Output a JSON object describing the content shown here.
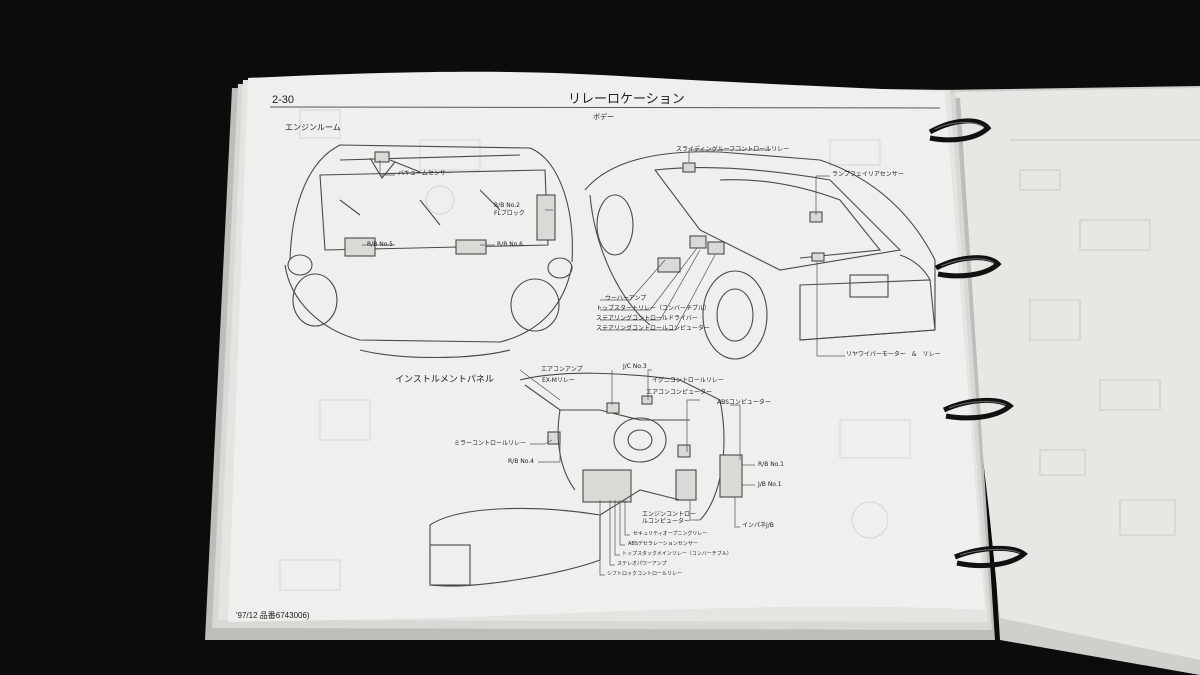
{
  "page": {
    "page_number": "2-30",
    "title": "リレーロケーション",
    "subtitle": "ボデー",
    "footer": "'97/12  品番6743006)"
  },
  "sections": {
    "engine_room": "エンジンルーム",
    "instrument_panel": "インストルメントパネル"
  },
  "engine_labels": {
    "vacuum_sensor": "バキュームセンサー",
    "rb_no2": "R/B No.2",
    "fl_block": "FLブロック",
    "rb_no5": "R/B No.5",
    "rb_no6": "R/B No.6"
  },
  "body_labels": {
    "sliding_roof": "スライディングルーフコントロールリレー",
    "lamp_failure": "ランプフェイリアセンサー",
    "woofer_amp": "ウーハーアンプ",
    "top_starter": "トップスタートリレー（コンバーチブル）",
    "steering_driver": "ステアリングコントロールドライバー",
    "steering_computer": "ステアリングコントロールコンピューター",
    "rear_wiper": "リヤワイパーモーター　&　リレー"
  },
  "panel_labels": {
    "aircon_amp": "エアコンアンプ",
    "jc_no3": "J/C No.3",
    "exm_relay": "EX-Mリレー",
    "igni_control": "イグニコントロールリレー",
    "aircon_computer": "エアコンコンピューター",
    "abs_computer": "ABSコンピューター",
    "mirror_relay": "ミラーコントロールリレー",
    "rb_no4": "R/B No.4",
    "rb_no1": "R/B No.1",
    "jb_no1": "J/B No.1",
    "engine_computer": "エンジンコントロールコンピューター",
    "inpane_jb": "インパネJ/B",
    "theft_relay": "セキュリティオープニングリレー",
    "abs_deceleration": "ABSデセラレーションセンサー",
    "top_stack_main": "トップスタックメインリレー（コンバーチブル）",
    "stereo_power_amp": "ステレオパワーアンプ",
    "shift_lock": "シフトロックコントロールリレー"
  },
  "colors": {
    "background": "#0c0c0c",
    "paper": "#ededeb",
    "ring": "#141414",
    "line": "#4a4a4a"
  }
}
